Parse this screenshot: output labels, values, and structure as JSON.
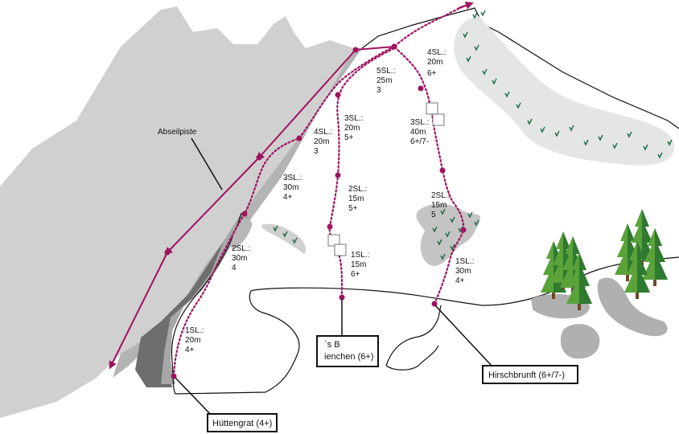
{
  "labels": {
    "abseil": "Abseilpiste",
    "huettengrat": "Hüttengrat (4+)",
    "bienchen_1": "´s B",
    "bienchen_2": "ienchen (6+)",
    "hirschbrunft": "Hirschbrunft (6+/7-)"
  },
  "pitches": {
    "h1": [
      "1SL.:",
      "20m",
      "4+"
    ],
    "h2": [
      "2SL.:",
      "30m",
      "4"
    ],
    "h3": [
      "3SL.:",
      "30m",
      "4+"
    ],
    "h4": [
      "4SL.:",
      "20m",
      "3"
    ],
    "b1": [
      "1SL.:",
      "15m",
      "6+"
    ],
    "b2": [
      "2SL.:",
      "15m",
      "5+"
    ],
    "b3": [
      "3SL.:",
      "20m",
      "5+"
    ],
    "b5": [
      "5SL.:",
      "25m",
      "3"
    ],
    "r1": [
      "1SL.:",
      "30m",
      "4+"
    ],
    "r2": [
      "2SL.:",
      "15m",
      "5"
    ],
    "r3": [
      "3SL.:",
      "40m",
      "6+/7-"
    ],
    "r4": [
      "4SL.:",
      "20m",
      "6+"
    ]
  },
  "colors": {
    "route": "#a0135e",
    "rock_light": "#d0d0d0",
    "rock_mid": "#b3b3b3",
    "rock_dark": "#6e6e6e",
    "meadow": "#e4e6e6",
    "grass_tick": "#1f6b45",
    "tree_light": "#5aa23a",
    "tree_dark": "#2e7a30"
  },
  "icons": [
    "tree-icon",
    "grass-tick-icon",
    "arrow-icon"
  ]
}
